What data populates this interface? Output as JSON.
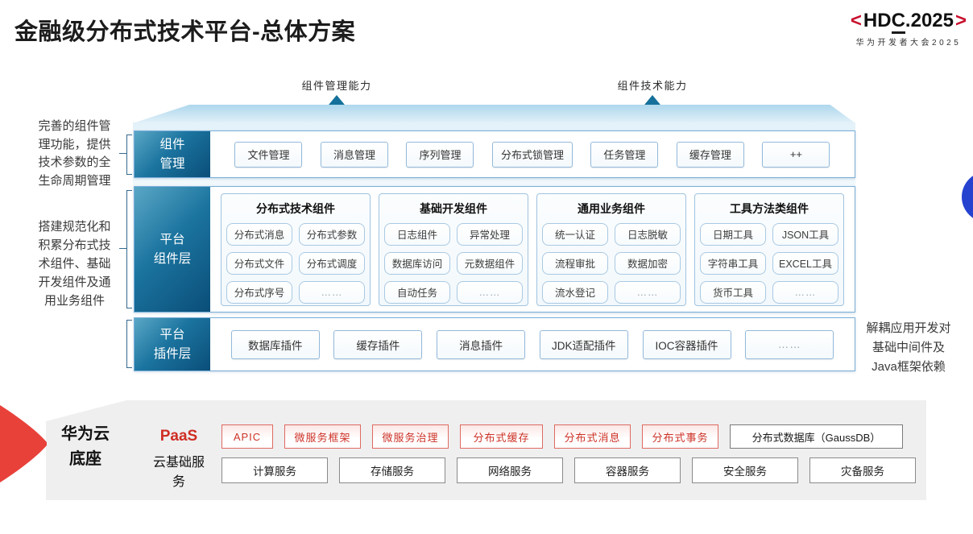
{
  "title": "金融级分布式技术平台-总体方案",
  "logo": {
    "left_bracket": "<",
    "text_pre": "HD",
    "text_c": "C",
    "text_post": ".2025",
    "right_bracket": ">",
    "subtitle": "华为开发者大会2025"
  },
  "annotations": {
    "arrow1_label": "组件管理能力",
    "arrow2_label": "组件技术能力",
    "left_note_1": "完善的组件管理功能，提供技术参数的全生命周期管理",
    "left_note_2": "搭建规范化和积累分布式技术组件、基础开发组件及通用业务组件",
    "right_note": "解耦应用开发对基础中间件及Java框架依赖"
  },
  "platform": {
    "management": {
      "label_lines": [
        "组件",
        "管理"
      ],
      "items": [
        "文件管理",
        "消息管理",
        "序列管理",
        "分布式锁管理",
        "任务管理",
        "缓存管理",
        "++"
      ]
    },
    "components": {
      "label_lines": [
        "平台",
        "组件层"
      ],
      "columns": [
        {
          "header": "分布式技术组件",
          "items": [
            "分布式消息",
            "分布式参数",
            "分布式文件",
            "分布式调度",
            "分布式序号",
            "……"
          ]
        },
        {
          "header": "基础开发组件",
          "items": [
            "日志组件",
            "异常处理",
            "数据库访问",
            "元数据组件",
            "自动任务",
            "……"
          ]
        },
        {
          "header": "通用业务组件",
          "items": [
            "统一认证",
            "日志脱敏",
            "流程审批",
            "数据加密",
            "流水登记",
            "……"
          ]
        },
        {
          "header": "工具方法类组件",
          "items": [
            "日期工具",
            "JSON工具",
            "字符串工具",
            "EXCEL工具",
            "货币工具",
            "……"
          ]
        }
      ]
    },
    "plugins": {
      "label_lines": [
        "平台",
        "插件层"
      ],
      "items": [
        "数据库插件",
        "缓存插件",
        "消息插件",
        "JDK适配插件",
        "IOC容器插件",
        "……"
      ]
    }
  },
  "foundation": {
    "label": "华为云底座",
    "paas": {
      "label": "PaaS",
      "items": [
        "APIC",
        "微服务框架",
        "微服务治理",
        "分布式缓存",
        "分布式消息",
        "分布式事务"
      ],
      "db_item": "分布式数据库（GaussDB）"
    },
    "cloud": {
      "label": "云基础服务",
      "items": [
        "计算服务",
        "存储服务",
        "网络服务",
        "容器服务",
        "安全服务",
        "灾备服务"
      ]
    }
  },
  "colors": {
    "label_blue_dark": "#0a4e79",
    "label_blue_light": "#5aa7c6",
    "box_border_blue": "#93b9db",
    "arrow_teal": "#15719b",
    "accent_red": "#e8413a",
    "paas_red": "#cd3227",
    "logo_red": "#c8102e",
    "circle_blue": "#2543cf",
    "panel_gray": "#efeff0"
  }
}
